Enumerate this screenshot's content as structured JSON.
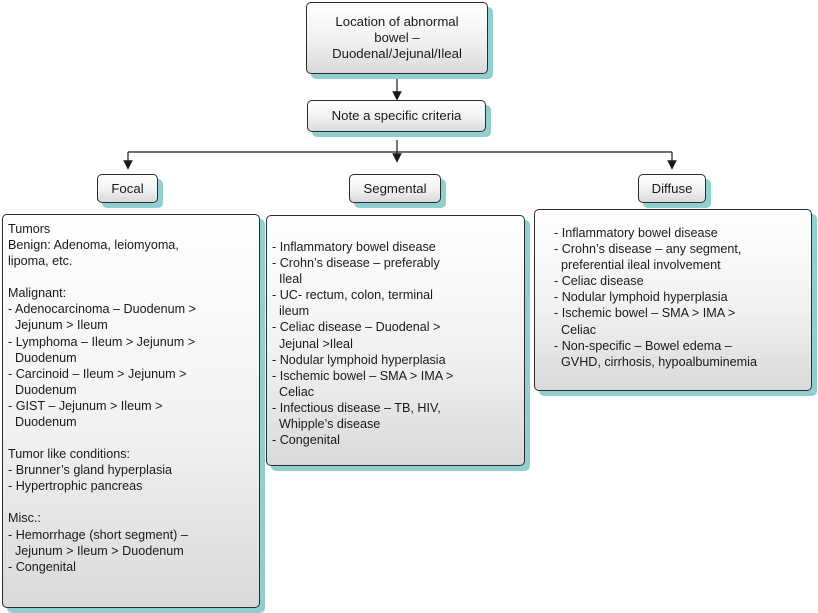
{
  "top_box": {
    "lines": [
      "Location of abnormal",
      "bowel –",
      "Duodenal/Jejunal/Ileal"
    ]
  },
  "criteria_box": {
    "label": "Note a specific criteria"
  },
  "categories": {
    "focal": "Focal",
    "segmental": "Segmental",
    "diffuse": "Diffuse"
  },
  "focal_list": {
    "lines": [
      "Tumors",
      "Benign: Adenoma, leiomyoma,",
      "lipoma, etc.",
      "",
      "Malignant:",
      "- Adenocarcinoma – Duodenum >",
      "  Jejunum > Ileum",
      "- Lymphoma – Ileum > Jejunum >",
      "  Duodenum",
      "- Carcinoid – Ileum > Jejunum >",
      "  Duodenum",
      "- GIST – Jejunum > Ileum >",
      "  Duodenum",
      "",
      "Tumor like conditions:",
      "- Brunner’s gland hyperplasia",
      "- Hypertrophic pancreas",
      "",
      "Misc.:",
      "- Hemorrhage (short segment) –",
      "  Jejunum > Ileum > Duodenum",
      "- Congenital"
    ]
  },
  "segmental_list": {
    "lines": [
      "- Inflammatory bowel disease",
      "- Crohn’s disease – preferably",
      "  Ileal",
      "- UC- rectum, colon, terminal",
      "  ileum",
      "- Celiac disease – Duodenal >",
      "  Jejunal >Ileal",
      "- Nodular lymphoid hyperplasia",
      "- Ischemic bowel – SMA > IMA >",
      "  Celiac",
      "- Infectious disease – TB, HIV,",
      "  Whipple’s disease",
      "- Congenital"
    ]
  },
  "diffuse_list": {
    "lines": [
      "- Inflammatory bowel disease",
      "- Crohn’s disease – any segment,",
      "  preferential ileal involvement",
      "- Celiac disease",
      "- Nodular lymphoid hyperplasia",
      "- Ischemic bowel – SMA > IMA >",
      "  Celiac",
      "- Non-specific – Bowel edema –",
      "  GVHD, cirrhosis, hypoalbuminemia"
    ]
  },
  "colors": {
    "shadow": "#8fcfcf",
    "border": "#2b2b2b",
    "line": "#1a1a1a"
  }
}
